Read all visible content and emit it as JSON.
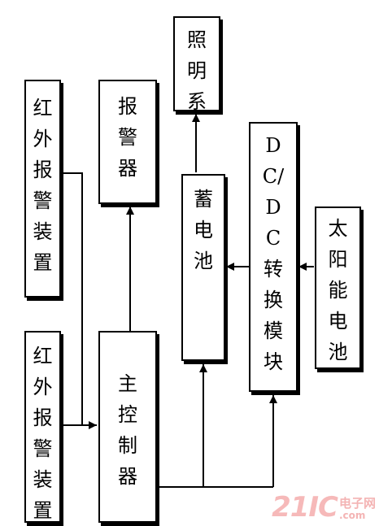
{
  "blocks": {
    "ir_alarm_top": [
      "红",
      "外",
      "报",
      "警",
      "装",
      "置"
    ],
    "alarm": [
      "报",
      "警",
      "器"
    ],
    "lighting": [
      "照",
      "明",
      "系"
    ],
    "battery": [
      "蓄",
      "电",
      "池"
    ],
    "dcdc": [
      "D",
      "C/",
      "D",
      "C",
      "转",
      "换",
      "模",
      "块"
    ],
    "solar": [
      "太",
      "阳",
      "能",
      "电",
      "池"
    ],
    "ir_alarm_bottom": [
      "红",
      "外",
      "报",
      "警",
      "装",
      "置"
    ],
    "controller": [
      "主",
      "控",
      "制",
      "器"
    ]
  },
  "watermark": {
    "number": "21IC",
    "cn": "电子网",
    "com": ".com"
  }
}
